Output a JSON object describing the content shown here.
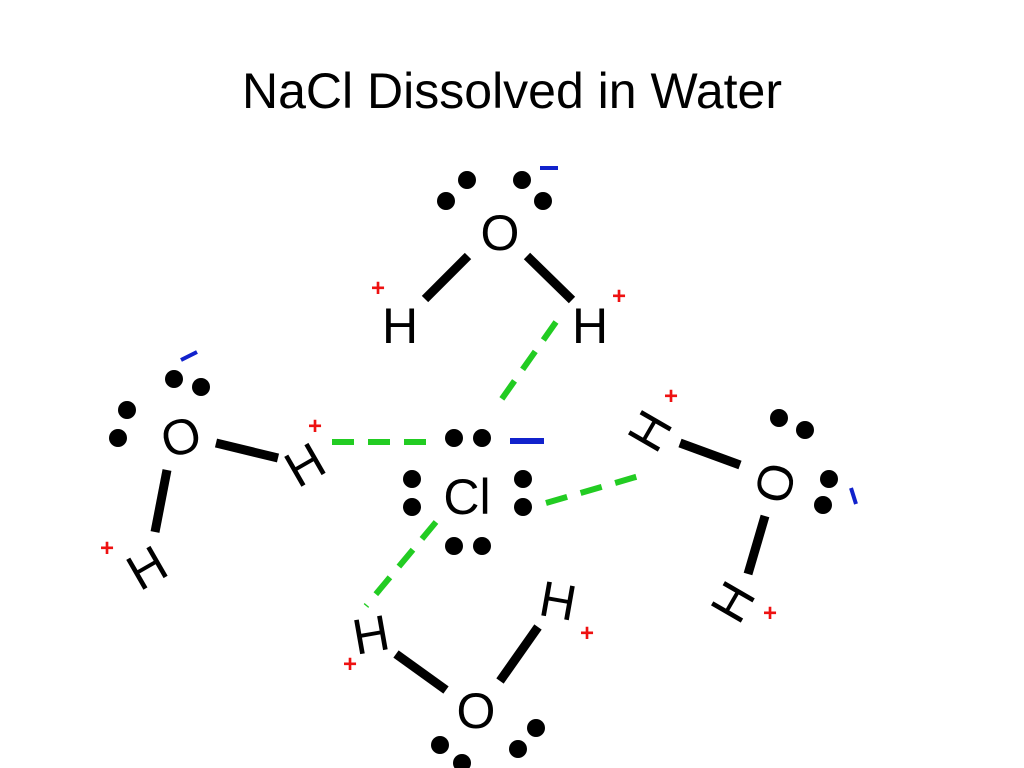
{
  "title": "NaCl Dissolved in Water",
  "ion": {
    "symbol": "Cl",
    "charge": "−"
  },
  "atoms": {
    "oxygen": "O",
    "hydrogen": "H"
  },
  "partial_charges": {
    "positive": "+",
    "negative": "−"
  },
  "colors": {
    "hydrogen_bond": "#22cc22",
    "partial_positive": "#ee1111",
    "partial_negative": "#1122cc",
    "ion_charge": "#1122cc"
  }
}
